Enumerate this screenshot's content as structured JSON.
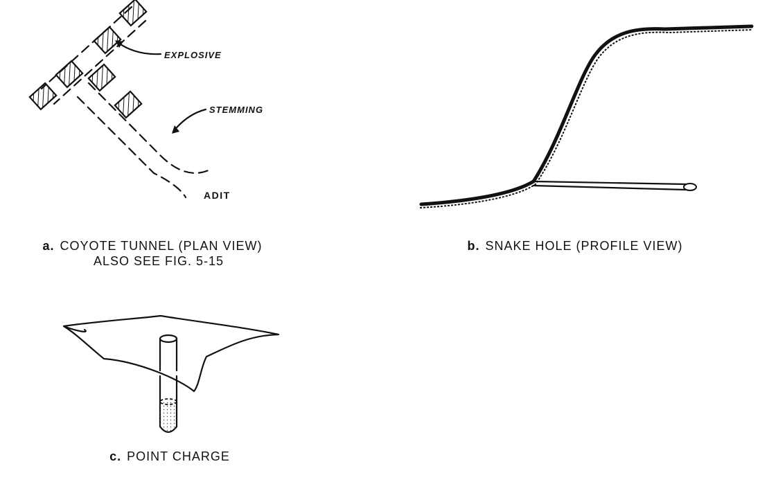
{
  "figure": {
    "panel_a": {
      "letter": "a.",
      "caption_line1": "COYOTE TUNNEL (PLAN VIEW)",
      "caption_line2": "ALSO SEE FIG. 5-15",
      "labels": {
        "explosive": "EXPLOSIVE",
        "stemming": "STEMMING",
        "adit": "ADIT"
      }
    },
    "panel_b": {
      "letter": "b.",
      "caption": "SNAKE HOLE (PROFILE VIEW)"
    },
    "panel_c": {
      "letter": "c.",
      "caption": "POINT CHARGE"
    }
  }
}
